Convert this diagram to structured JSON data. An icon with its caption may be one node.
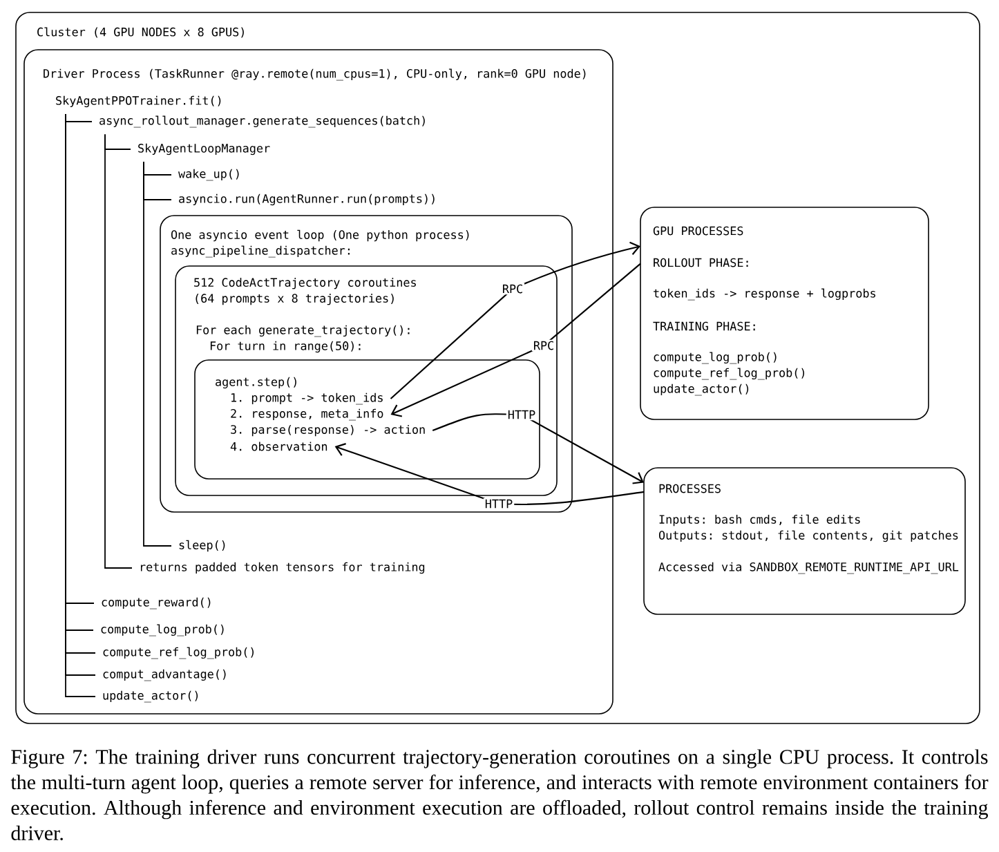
{
  "diagram": {
    "caption": "Figure 7: The training driver runs concurrent trajectory-generation coroutines on a single CPU process. It controls the multi-turn agent loop, queries a remote server for inference, and interacts with remote environment containers for execution. Although inference and environment execution are offloaded, rollout control remains inside the training driver.",
    "nodes": [
      {
        "text": [
          "Cluster (4 GPU NODES x 8 GPUS)"
        ]
      },
      {
        "text": [
          "Driver Process (TaskRunner @ray.remote(num_cpus=1), CPU-only, rank=0 GPU node)"
        ],
        "in": 0
      },
      {
        "text": [
          "SkyAgentPPOTrainer.fit()"
        ],
        "in": 1
      },
      {
        "text": [
          "async_rollout_manager.generate_sequences(batch)"
        ],
        "in": 1
      },
      {
        "text": [
          "SkyAgentLoopManager"
        ],
        "in": 1
      },
      {
        "text": [
          "wake_up()"
        ],
        "in": 1
      },
      {
        "text": [
          "asyncio.run(AgentRunner.run(prompts))"
        ],
        "in": 1
      },
      {
        "text": [
          "One asyncio event loop (One python process)",
          "async_pipeline_dispatcher:"
        ],
        "in": 1
      },
      {
        "text": [
          "512 CodeActTrajectory coroutines (64 prompts x 8 trajectories)",
          "For each generate_trajectory():",
          "For turn in range(50):"
        ],
        "in": 7
      },
      {
        "text": [
          "agent.step()"
        ],
        "in": 8
      },
      {
        "text": [
          "1. prompt -> token_ids"
        ],
        "in": 9
      },
      {
        "text": [
          "2. response, meta_info"
        ],
        "in": 9
      },
      {
        "text": [
          "3. parse(response) -> action"
        ],
        "in": 9
      },
      {
        "text": [
          "4. observation"
        ],
        "in": 9
      },
      {
        "text": [
          "sleep()"
        ],
        "in": 1
      },
      {
        "text": [
          "returns padded token tensors for training"
        ],
        "in": 1
      },
      {
        "text": [
          "compute_reward()"
        ],
        "in": 1
      },
      {
        "text": [
          "compute_log_prob()"
        ],
        "in": 1
      },
      {
        "text": [
          "compute_ref_log_prob()"
        ],
        "in": 1
      },
      {
        "text": [
          "comput_advantage()"
        ],
        "in": 1
      },
      {
        "text": [
          "update_actor()"
        ],
        "in": 1
      },
      {
        "text": [
          "GPU PROCESSES",
          "ROLLOUT PHASE:",
          "token_ids -> response + logprobs",
          "TRAINING PHASE:",
          "compute_log_prob()",
          "compute_ref_log_prob()",
          "update_actor()"
        ],
        "in": 0
      },
      {
        "text": [
          "PROCESSES",
          "Inputs: bash cmds, file edits",
          "Outputs: stdout, file contents, git patches",
          "Accessed via SANDBOX_REMOTE_RUNTIME_API_URL"
        ],
        "in": 0
      }
    ],
    "edges": [
      {
        "from": 2,
        "to": 3,
        "arrow": "none"
      },
      {
        "from": 3,
        "to": 4,
        "arrow": "none"
      },
      {
        "from": 4,
        "to": 5,
        "arrow": "none"
      },
      {
        "from": 4,
        "to": 6,
        "arrow": "none"
      },
      {
        "from": 4,
        "to": 14,
        "arrow": "none"
      },
      {
        "from": 3,
        "to": 15,
        "arrow": "none"
      },
      {
        "from": 2,
        "to": 16,
        "arrow": "none"
      },
      {
        "from": 2,
        "to": 17,
        "arrow": "none"
      },
      {
        "from": 2,
        "to": 18,
        "arrow": "none"
      },
      {
        "from": 2,
        "to": 19,
        "arrow": "none"
      },
      {
        "from": 2,
        "to": 20,
        "arrow": "none"
      },
      {
        "from": 10,
        "to": 21,
        "label": "RPC",
        "arrow": "to"
      },
      {
        "from": 21,
        "to": 11,
        "label": "RPC",
        "arrow": "to"
      },
      {
        "from": 12,
        "to": 22,
        "label": "HTTP",
        "arrow": "to"
      },
      {
        "from": 22,
        "to": 13,
        "label": "HTTP",
        "arrow": "to"
      }
    ]
  }
}
